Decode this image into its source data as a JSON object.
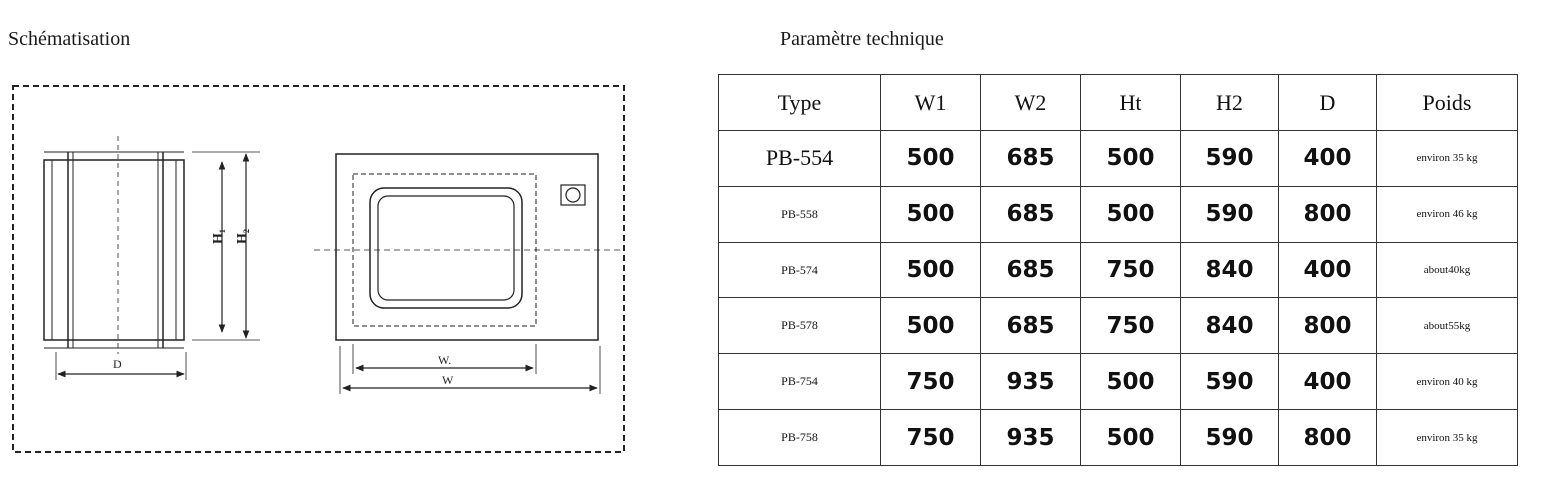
{
  "headings": {
    "schematic": "Schématisation",
    "technical": "Paramètre technique"
  },
  "schematic_labels": {
    "depth": "D",
    "width_inner": "W.",
    "width": "W",
    "height1": "H₁",
    "height2": "H₂"
  },
  "table": {
    "columns": [
      "Type",
      "W1",
      "W2",
      "Ht",
      "H2",
      "D",
      "Poids"
    ],
    "rows": [
      {
        "type": "PB-554",
        "w1": "500",
        "w2": "685",
        "ht": "500",
        "h2": "590",
        "d": "400",
        "poids": "environ 35 kg"
      },
      {
        "type": "PB-558",
        "w1": "500",
        "w2": "685",
        "ht": "500",
        "h2": "590",
        "d": "800",
        "poids": "environ 46 kg"
      },
      {
        "type": "PB-574",
        "w1": "500",
        "w2": "685",
        "ht": "750",
        "h2": "840",
        "d": "400",
        "poids": "about40kg"
      },
      {
        "type": "PB-578",
        "w1": "500",
        "w2": "685",
        "ht": "750",
        "h2": "840",
        "d": "800",
        "poids": "about55kg"
      },
      {
        "type": "PB-754",
        "w1": "750",
        "w2": "935",
        "ht": "500",
        "h2": "590",
        "d": "400",
        "poids": "environ 40 kg"
      },
      {
        "type": "PB-758",
        "w1": "750",
        "w2": "935",
        "ht": "500",
        "h2": "590",
        "d": "800",
        "poids": "environ 35 kg"
      }
    ]
  }
}
